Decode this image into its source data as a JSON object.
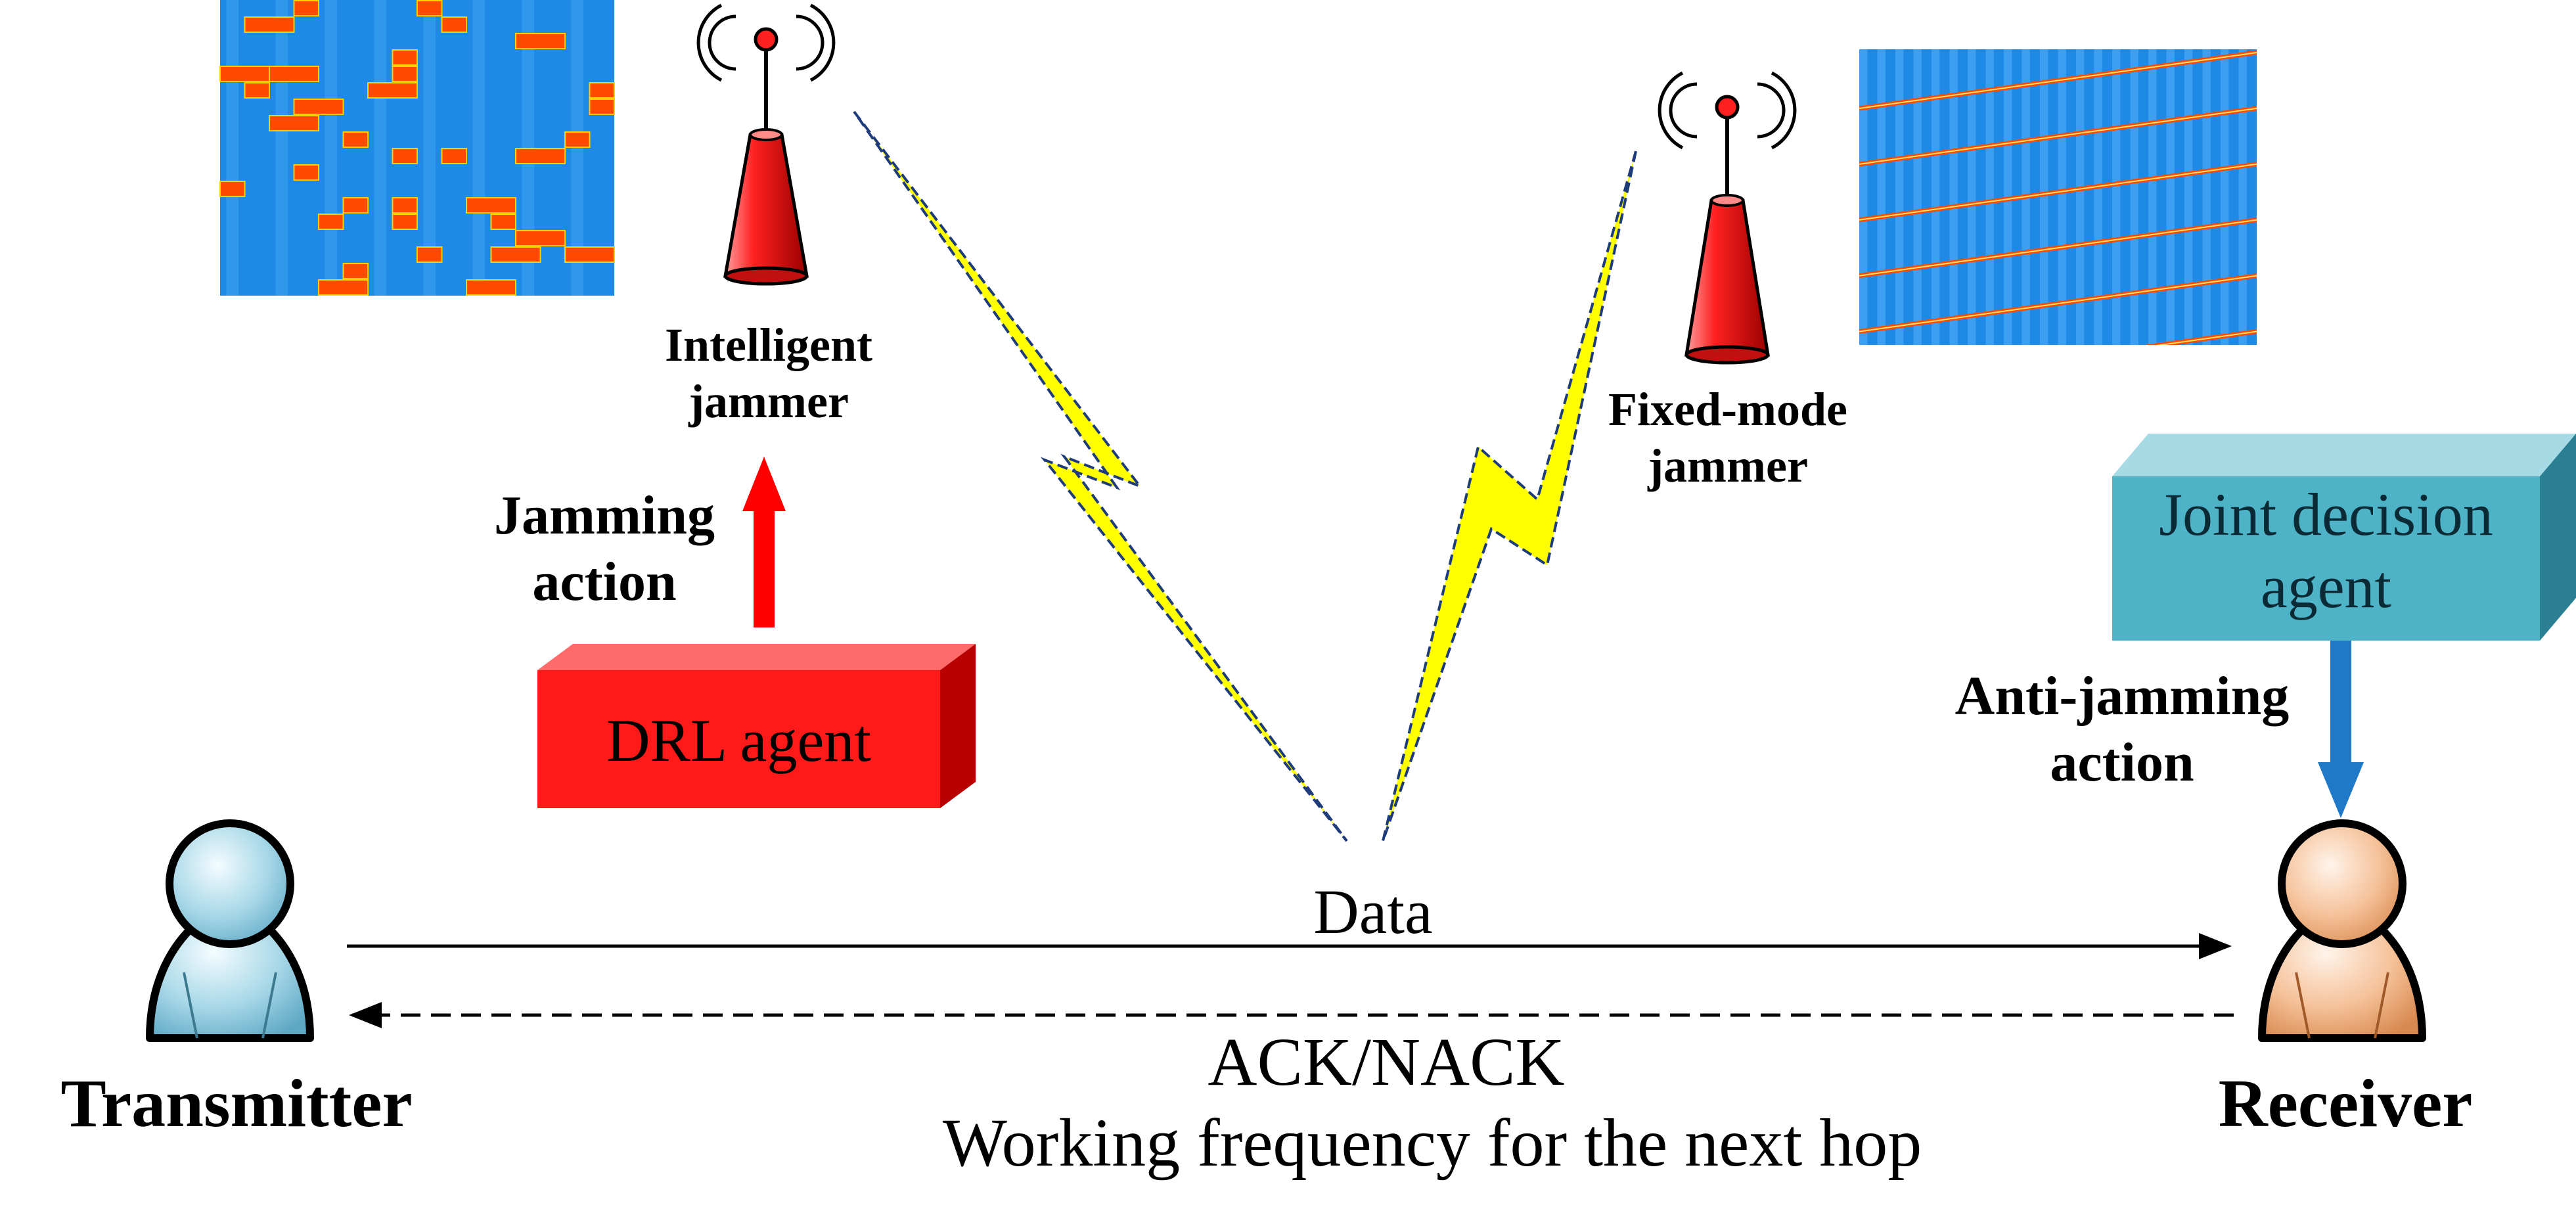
{
  "labels": {
    "intelligent_jammer_line1": "Intelligent",
    "intelligent_jammer_line2": "jammer",
    "fixed_jammer_line1": "Fixed-mode",
    "fixed_jammer_line2": "jammer",
    "jamming_action_line1": "Jamming",
    "jamming_action_line2": "action",
    "drl_agent": "DRL agent",
    "joint_agent_line1": "Joint decision",
    "joint_agent_line2": "agent",
    "anti_jamming_line1": "Anti-jamming",
    "anti_jamming_line2": "action",
    "data": "Data",
    "ack_nack": "ACK/NACK",
    "working_frequency": "Working frequency for the next hop",
    "transmitter": "Transmitter",
    "receiver": "Receiver"
  },
  "icons": {
    "transmitter": "person-icon",
    "receiver": "person-icon",
    "intelligent_jammer": "antenna-tower-icon",
    "fixed_jammer": "antenna-tower-icon",
    "jamming_link": "lightning-bolt-icon",
    "intelligent_spectrum": "spectrum-waterfall",
    "fixed_spectrum": "spectrum-waterfall"
  },
  "colors": {
    "drl_box": "#ff1a1a",
    "jamming_arrow": "#ff0000",
    "joint_box": "#4fb3c8",
    "anti_jamming_arrow": "#1f78c8",
    "transmitter_fill": "#a8d8e8",
    "receiver_fill": "#f5c29a",
    "tower": "#e81e1e",
    "bolt": "#ffff00",
    "spectrum_bg": "#1e8ae6",
    "spectrum_signal": "#ff4a00"
  }
}
